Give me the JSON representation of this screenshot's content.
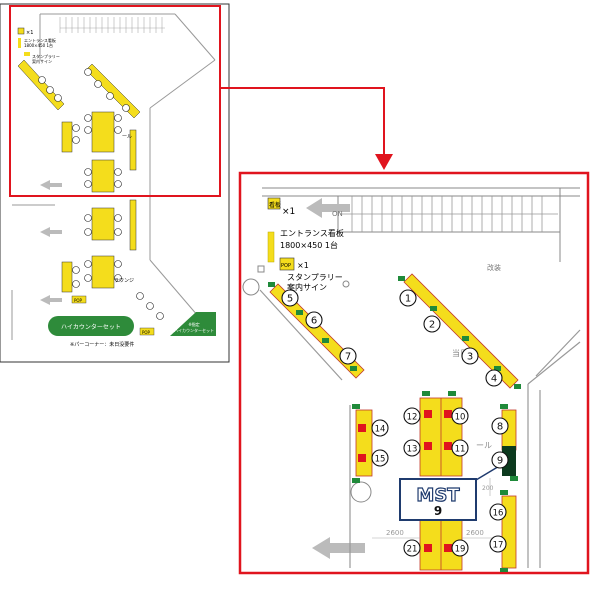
{
  "colors": {
    "highlight": "#e0141e",
    "table": "#f4dd1c",
    "chair": "#1f8a3a",
    "panel": "#2e8b3a",
    "mst_border": "#1f3b6e",
    "booth_dark": "#0c3a1e"
  },
  "left_map": {
    "legend": {
      "sign_count": "×1",
      "entrance_label": "エントランス看板",
      "entrance_size": "1800×450 1台",
      "stamp_label": "スタンプラリー",
      "stamp_sub": "案内サイン"
    },
    "hall_label": "ール",
    "lounge_label": "ラウンジ",
    "pop_label": "POP",
    "panel_high_counter": "ハイカウンターセット",
    "panel_high_counter_right_1": "※指定",
    "panel_high_counter_right_2": "ハイカウンターセット",
    "footer_text": "※パーコーナー：未日没要件"
  },
  "right_map": {
    "legend": {
      "sign_text": "看板",
      "sign_count": "×1",
      "entrance_label": "エントランス看板",
      "entrance_size": "1800×450 1台",
      "pop_text": "POP",
      "pop_count": "×1",
      "stamp_label": "スタンプラリー",
      "stamp_sub": "案内サイン"
    },
    "top_label": "ON",
    "side_label": "改装",
    "hall_label_a": "当日",
    "hall_label_b": "ール",
    "dim_left": "2600",
    "dim_right": "2600",
    "dim_small": "200",
    "booths": [
      "1",
      "2",
      "3",
      "4",
      "5",
      "6",
      "7",
      "8",
      "9",
      "10",
      "11",
      "12",
      "13",
      "14",
      "15",
      "16",
      "17",
      "19",
      "21"
    ]
  },
  "mst_box": {
    "title": "MST",
    "number": "9"
  }
}
